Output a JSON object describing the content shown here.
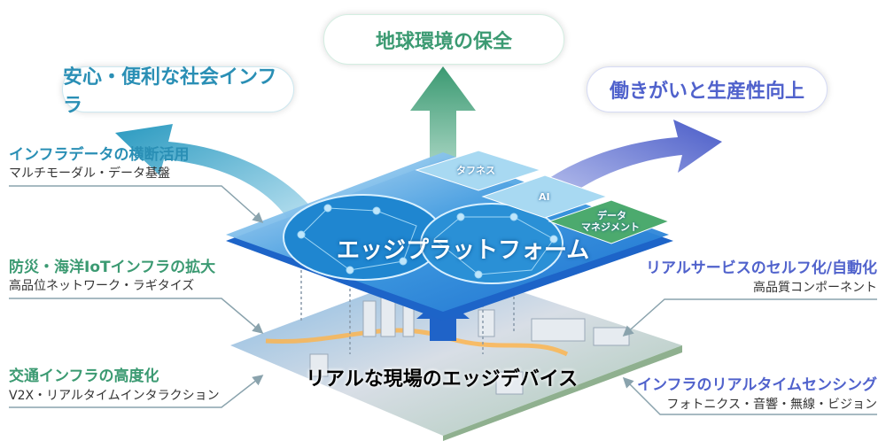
{
  "goals": {
    "left": "安心・便利な社会インフラ",
    "center": "地球環境の保全",
    "right": "働きがいと生産性向上"
  },
  "platform": {
    "title": "エッジプラットフォーム",
    "tiles": [
      "タフネス",
      "AI",
      "データ",
      "マネジメント"
    ]
  },
  "field": {
    "title": "リアルな現場のエッジデバイス"
  },
  "left_items": [
    {
      "heading": "インフラデータの横断活用",
      "sub": "マルチモーダル・データ基盤"
    },
    {
      "heading": "防災・海洋IoTインフラの拡大",
      "sub": "高品位ネットワーク・ラギタイズ"
    },
    {
      "heading": "交通インフラの高度化",
      "sub": "V2X・リアルタイムインタラクション"
    }
  ],
  "right_items": [
    {
      "heading": "リアルサービスのセルフ化/自動化",
      "sub": "高品質コンポーネント"
    },
    {
      "heading": "インフラのリアルタイムセンシング",
      "sub": "フォトニクス・音響・無線・ビジョン"
    }
  ],
  "colors": {
    "teal": "#2a8fb5",
    "green": "#3b9a72",
    "blue": "#5062cc",
    "line": "#8aa3ad"
  }
}
